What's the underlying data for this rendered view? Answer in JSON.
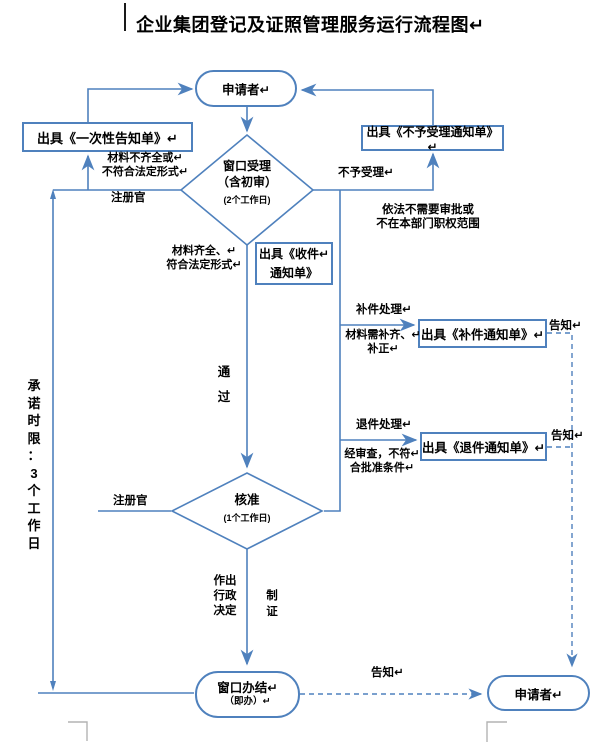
{
  "title": "企业集团登记及证照管理服务运行流程图↵",
  "colors": {
    "line": "#4f81bd",
    "text": "#000000",
    "mark": "#b3b3b3"
  },
  "nodes": {
    "applicant_top": "申请者↵",
    "one_time_notice": "出具《一次性告知单》↵",
    "not_accept_notice": "出具《不予受理通知单》↵",
    "window_accept": {
      "l1": "窗口受理",
      "l2": "（含初审）",
      "l3": "(2个工作日)"
    },
    "receipt_notice": "出具《收件↵\n通知单》",
    "supplement_notice": "出具《补件通知单》↵",
    "return_notice": "出具《退件通知单》↵",
    "approval": {
      "l1": "核准",
      "l2": "(1个工作日)"
    },
    "window_complete": {
      "l1": "窗口办结↵",
      "l2": "（即办）↵"
    },
    "applicant_bottom": "申请者↵"
  },
  "labels": {
    "materials_incomplete": "材料不齐全或↵\n不符合法定形式↵",
    "registrar_top": "注册官",
    "not_accepted": "不予受理↵",
    "no_approval_needed": "依法不需要审批或\n不在本部门职权范围",
    "materials_complete": "材料齐全、↵\n符合法定形式↵",
    "pass": "通\n过",
    "supplement_handling": "补件处理↵",
    "supplement_reason": "材料需补齐、↵\n补正↵",
    "notify_supplement": "告知↵",
    "return_handling": "退件处理↵",
    "return_reason": "经审查，不符↵\n合批准条件↵",
    "notify_return": "告知↵",
    "registrar_bottom": "注册官",
    "commitment_limit": "承\n诺\n时\n限\n：\n3\n个\n工\n作\n日",
    "admin_decision": "作出\n行政\n决定",
    "certificate": "制\n证",
    "notify_bottom": "告知↵"
  }
}
